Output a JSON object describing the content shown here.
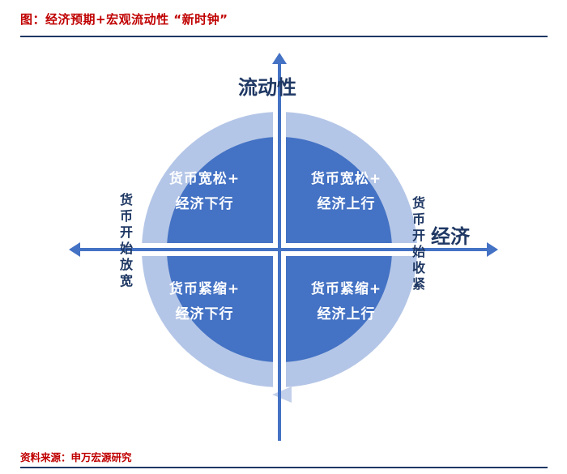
{
  "header": {
    "title": "图：经济预期+宏观流动性 “新时钟”"
  },
  "diagram": {
    "vertical_axis_label": "流动性",
    "horizontal_axis_label": "经济",
    "quadrants": {
      "top_left": {
        "line1": "货币宽松+",
        "line2": "经济下行"
      },
      "top_right": {
        "line1": "货币宽松+",
        "line2": "经济上行"
      },
      "bottom_left": {
        "line1": "货币紧缩+",
        "line2": "经济下行"
      },
      "bottom_right": {
        "line1": "货币紧缩+",
        "line2": "经济上行"
      }
    },
    "side_labels": {
      "left": "货币开始放宽",
      "right": "货币开始收紧"
    },
    "rotation": "clockwise",
    "colors": {
      "inner_circle": "#4472c4",
      "outer_ring": "#b4c6e7",
      "axis": "#4472c4",
      "label_navy": "#1f3864",
      "title_red": "#c00000"
    }
  },
  "footer": {
    "source": "资料来源：申万宏源研究"
  }
}
